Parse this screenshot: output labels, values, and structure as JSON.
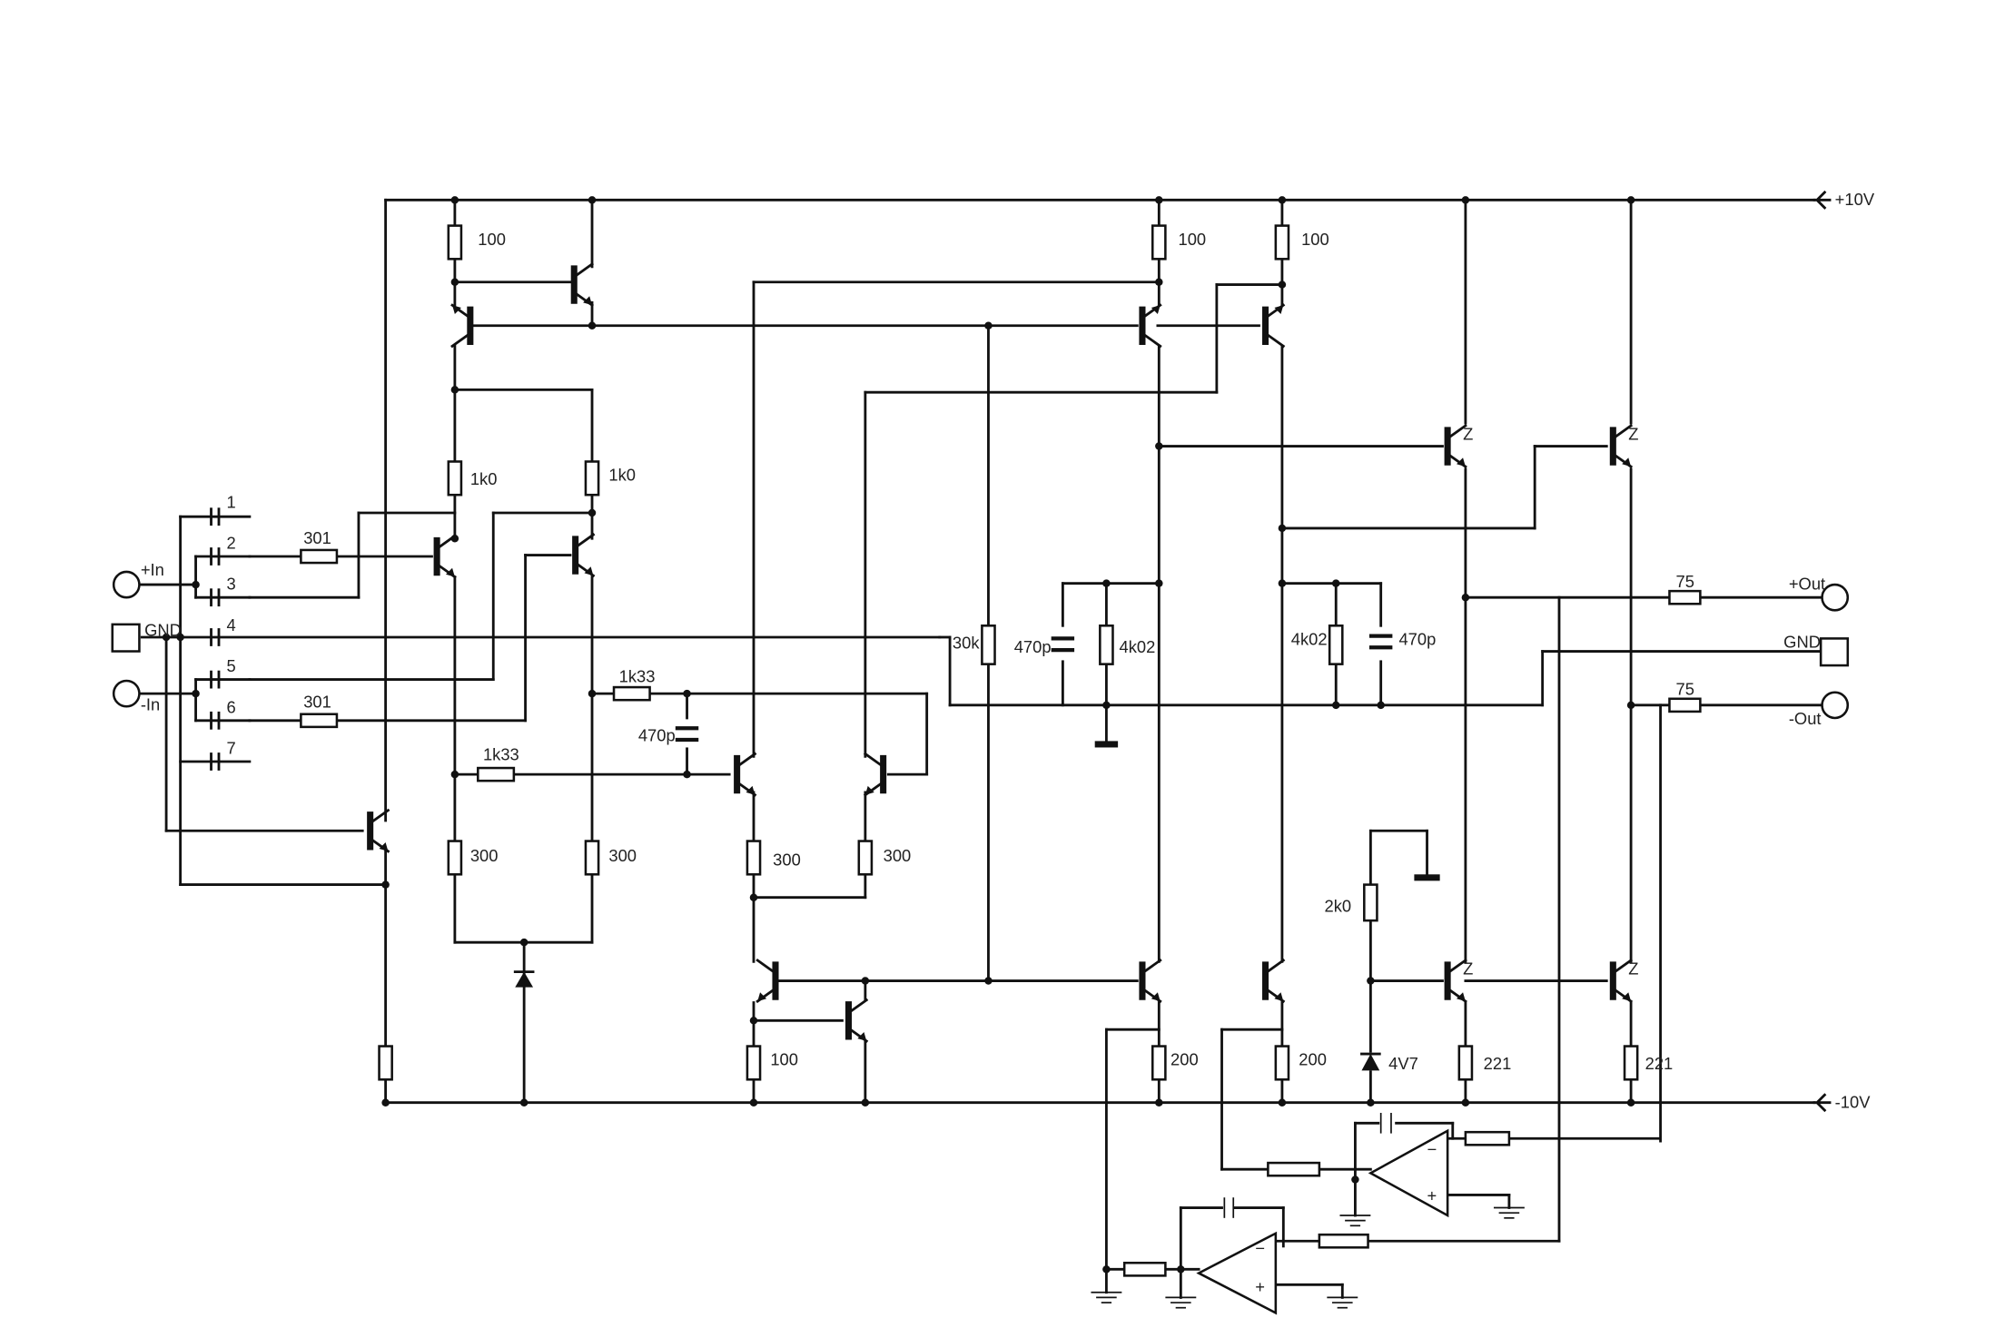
{
  "rails": {
    "pos": "+10V",
    "neg": "-10V"
  },
  "io": {
    "in_pos": "+In",
    "in_gnd": "GND",
    "in_neg": "-In",
    "out_pos": "+Out",
    "out_gnd": "GND",
    "out_neg": "-Out"
  },
  "pins": [
    "1",
    "2",
    "3",
    "4",
    "5",
    "6",
    "7"
  ],
  "values": {
    "r_100": "100",
    "r_1k0": "1k0",
    "r_301": "301",
    "r_1k33": "1k33",
    "r_300": "300",
    "r_200": "200",
    "r_221": "221",
    "r_30k": "30k",
    "r_4k02": "4k02",
    "r_2k0": "2k0",
    "r_75": "75",
    "c_470p": "470p",
    "z_4v7": "4V7",
    "q_z": "Z"
  },
  "colors": {
    "ink": "#111111",
    "paper": "#ffffff"
  }
}
